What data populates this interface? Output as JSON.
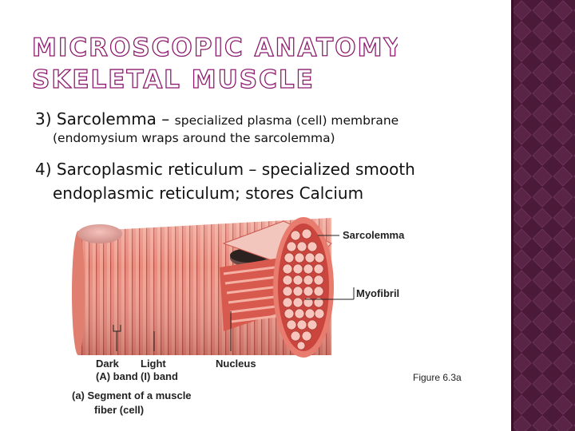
{
  "slide": {
    "title_line1": "MICROSCOPIC ANATOMY OF",
    "title_line2": "SKELETAL MUSCLE",
    "bullet3_heading": "3) Sarcolemma – ",
    "bullet3_rest": "specialized plasma (cell)  membrane",
    "bullet3_sub": "(endomysium wraps around the sarcolemma)",
    "bullet4_line1": "4) Sarcoplasmic reticulum – specialized smooth",
    "bullet4_line2": "endoplasmic reticulum; stores Calcium"
  },
  "figure": {
    "label_sarcolemma": "Sarcolemma",
    "label_myofibril": "Myofibril",
    "label_dark1": "Dark",
    "label_dark2": "(A) band",
    "label_light1": "Light",
    "label_light2": "(I) band",
    "label_nucleus": "Nucleus",
    "caption_line1": "(a) Segment of a muscle",
    "caption_line2": "fiber (cell)",
    "figure_ref": "Figure 6.3a"
  },
  "colors": {
    "sidebar": "#4a1a38",
    "title": "#8e1c6e",
    "muscle": "#e98b7c",
    "muscle_dark": "#c9584e"
  }
}
